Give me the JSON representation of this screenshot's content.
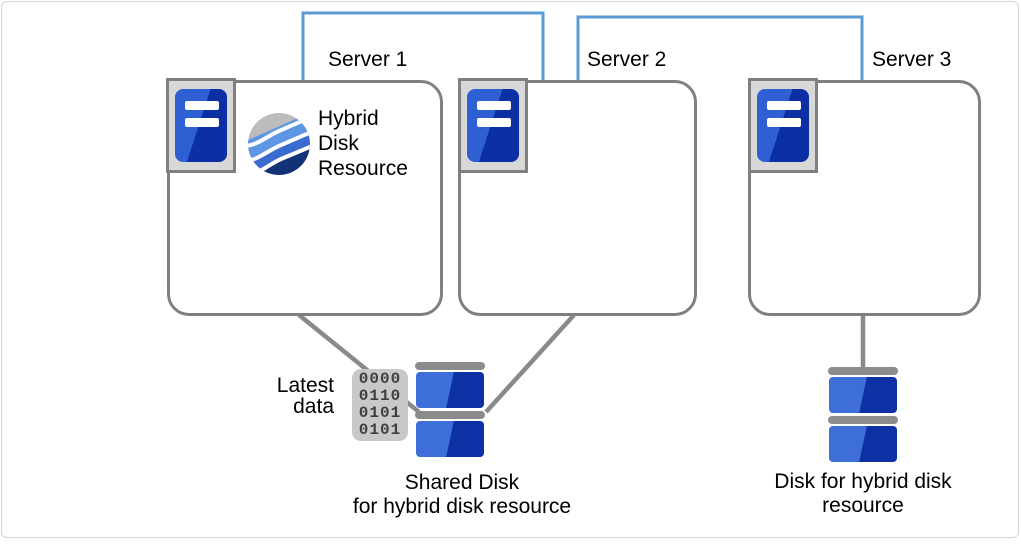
{
  "diagram": {
    "servers": [
      {
        "label": "Server 1"
      },
      {
        "label": "Server 2"
      },
      {
        "label": "Server 3"
      }
    ],
    "hybrid_resource": {
      "lines": [
        "Hybrid",
        "Disk",
        "Resource"
      ]
    },
    "latest_data": {
      "lines": [
        "Latest",
        "data"
      ]
    },
    "binary_icon": {
      "rows": [
        "0000",
        "0110",
        "0101",
        "0101"
      ]
    },
    "shared_disk_caption": {
      "lines": [
        "Shared Disk",
        "for hybrid disk resource"
      ]
    },
    "hybrid_disk_caption": {
      "lines": [
        "Disk for hybrid disk",
        "resource"
      ]
    },
    "colors": {
      "interconnect_blue": "#5b9bd5",
      "box_border_gray": "#808080",
      "connector_gray": "#8a8a8a",
      "server_blue_light": "#2e60d4",
      "server_blue_dark": "#0c2fa3",
      "disk_blue_light": "#3e6fd9",
      "disk_blue_dark": "#0d31a4",
      "disk_bar_gray": "#8c8c8c",
      "icon_bg_gray": "#d8d8d8",
      "binary_bg_gray": "#c8c8c8"
    }
  }
}
